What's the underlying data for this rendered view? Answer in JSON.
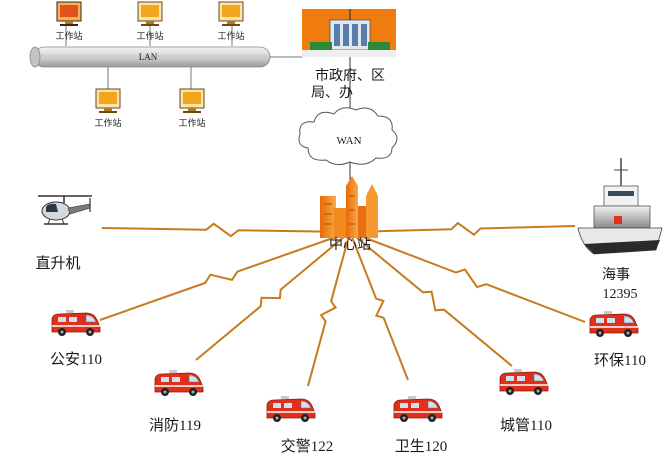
{
  "lan": {
    "label": "LAN"
  },
  "workstations": [
    {
      "label": "工作站",
      "highlight": true
    },
    {
      "label": "工作站",
      "highlight": false
    },
    {
      "label": "工作站",
      "highlight": false
    },
    {
      "label": "工作站",
      "highlight": false
    },
    {
      "label": "工作站",
      "highlight": false
    }
  ],
  "government": {
    "line1": "市政府、区",
    "line2": "局、办"
  },
  "wan": {
    "label": "WAN"
  },
  "center": {
    "label": "中心站"
  },
  "helicopter": {
    "label": "直升机"
  },
  "ship": {
    "line1": "海事",
    "line2": "12395"
  },
  "vehicles": [
    {
      "label": "公安110"
    },
    {
      "label": "消防119"
    },
    {
      "label": "交警122"
    },
    {
      "label": "卫生120"
    },
    {
      "label": "城管110"
    },
    {
      "label": "环保110"
    }
  ],
  "colors": {
    "link": "#c87a1e",
    "lan_pipe": "#d9d9d9",
    "building": "#f07c10",
    "vehicle": "#e0301c",
    "monitor": "#f2a61e"
  },
  "icons": {
    "workstation": "monitor-icon",
    "government": "office-building-icon",
    "wan": "cloud-icon",
    "center": "skyscraper-icon",
    "helicopter": "helicopter-icon",
    "ship": "ship-icon",
    "vehicle": "van-icon"
  }
}
